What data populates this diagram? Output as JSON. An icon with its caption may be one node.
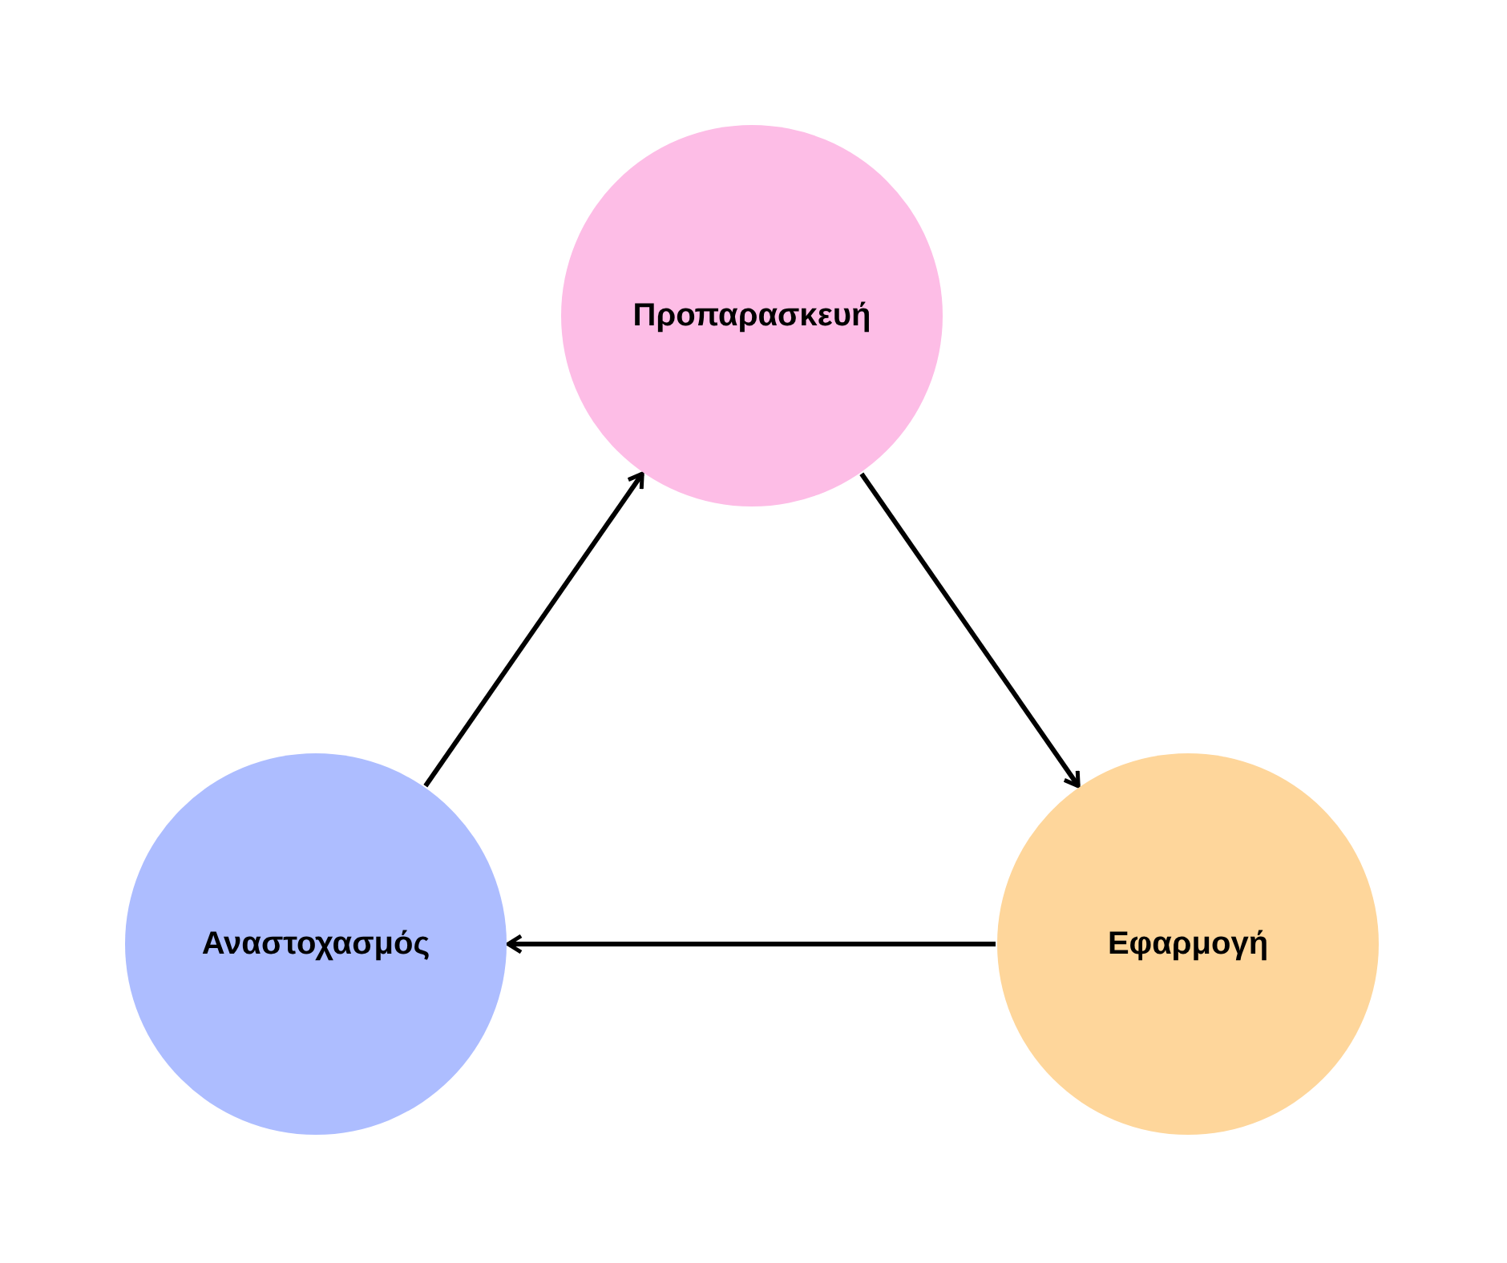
{
  "diagram": {
    "nodes": [
      {
        "text": [
          "Προπαρασκευή"
        ]
      },
      {
        "text": [
          "Αναστοχασμός"
        ]
      },
      {
        "text": [
          "Εφαρμογή"
        ]
      }
    ],
    "edges": [
      {
        "from": 0,
        "to": 2,
        "arrow": "to"
      },
      {
        "from": 2,
        "to": 1,
        "arrow": "to"
      },
      {
        "from": 1,
        "to": 0,
        "arrow": "to"
      }
    ]
  }
}
